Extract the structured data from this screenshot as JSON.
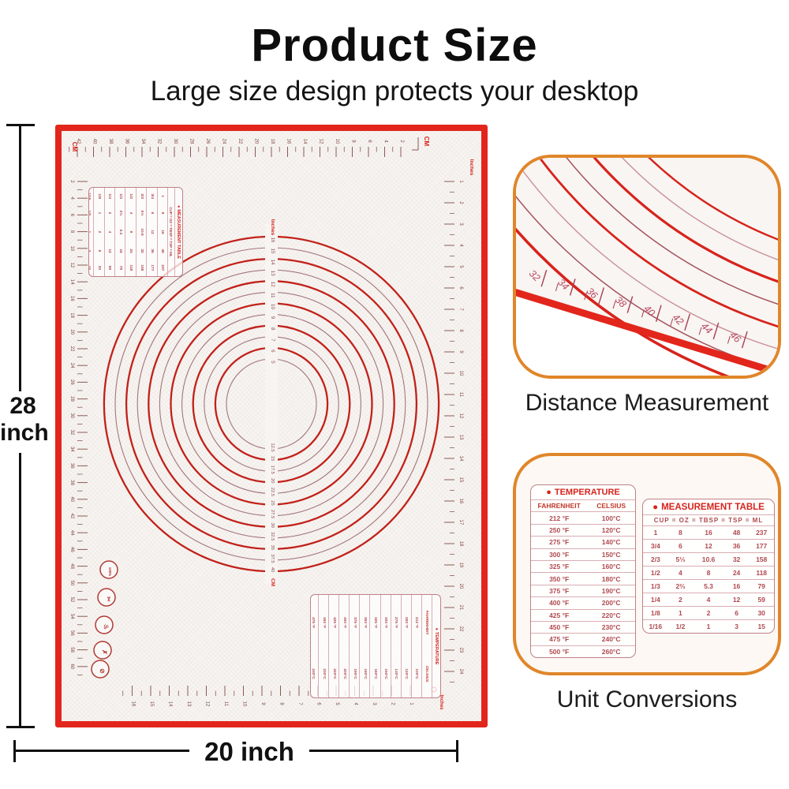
{
  "header": {
    "title": "Product Size",
    "subtitle": "Large size design protects your desktop"
  },
  "dimensions": {
    "height_value": "28",
    "height_unit": "inch",
    "width_label": "20 inch"
  },
  "details": {
    "distance": {
      "label": "Distance Measurement"
    },
    "conversions": {
      "label": "Unit Conversions"
    }
  },
  "mat": {
    "corner_cm_label": "CM",
    "corner_inches_label": "Inches",
    "rulers": {
      "top_cm": [
        2,
        4,
        6,
        8,
        10,
        12,
        14,
        16,
        18,
        20,
        22,
        24,
        26,
        28,
        30,
        32,
        34,
        36,
        38,
        40,
        42
      ],
      "left_cm": [
        2,
        4,
        6,
        8,
        10,
        12,
        14,
        16,
        18,
        20,
        22,
        24,
        26,
        28,
        30,
        32,
        34,
        36,
        38,
        40,
        42,
        44,
        46,
        48,
        50,
        52,
        54,
        56,
        58,
        60
      ],
      "right_inches": [
        1,
        2,
        3,
        4,
        5,
        6,
        7,
        8,
        9,
        10,
        11,
        12,
        13,
        14,
        15,
        16,
        17,
        18,
        19,
        20,
        21,
        22,
        23,
        24
      ],
      "bottom_inches": [
        1,
        2,
        3,
        4,
        5,
        6,
        7,
        8,
        9,
        10,
        11,
        12,
        13,
        14,
        15,
        16
      ]
    },
    "circles": {
      "inches_caption": "Inches",
      "cm_caption": "CM",
      "inch_labels": [
        16,
        15,
        14,
        13,
        12,
        11,
        10,
        9,
        8,
        7,
        6,
        5
      ],
      "cm_labels": [
        "12.5",
        "15",
        "17.5",
        "20",
        "22.5",
        "25",
        "27.5",
        "30",
        "32.5",
        "35",
        "37.5",
        "40"
      ]
    },
    "badges": [
      {
        "name": "badge-100-percent",
        "glyph": "100%"
      },
      {
        "name": "badge-whisk-icon",
        "glyph": "✂"
      },
      {
        "name": "badge-heat-safe-icon",
        "glyph": "♨"
      },
      {
        "name": "badge-mixer-icon",
        "glyph": "✗"
      },
      {
        "name": "badge-cutlery-icon",
        "glyph": "⊘"
      }
    ]
  },
  "temperature_table": {
    "bullet": "●",
    "title": "TEMPERATURE",
    "columns": [
      "FAHRENHEIT",
      "CELSIUS"
    ],
    "rows": [
      [
        "212 °F",
        "100°C"
      ],
      [
        "250 °F",
        "120°C"
      ],
      [
        "275 °F",
        "140°C"
      ],
      [
        "300 °F",
        "150°C"
      ],
      [
        "325 °F",
        "160°C"
      ],
      [
        "350 °F",
        "180°C"
      ],
      [
        "375 °F",
        "190°C"
      ],
      [
        "400 °F",
        "200°C"
      ],
      [
        "425 °F",
        "220°C"
      ],
      [
        "450 °F",
        "230°C"
      ],
      [
        "475 °F",
        "240°C"
      ],
      [
        "500 °F",
        "260°C"
      ]
    ]
  },
  "measurement_table": {
    "bullet": "●",
    "title": "MEASUREMENT TABLE",
    "columns": [
      "CUP",
      "OZ",
      "TBSP",
      "TSP",
      "ML"
    ],
    "separator": "=",
    "rows": [
      [
        "1",
        "8",
        "16",
        "48",
        "237"
      ],
      [
        "3/4",
        "6",
        "12",
        "36",
        "177"
      ],
      [
        "2/3",
        "5⅓",
        "10.6",
        "32",
        "158"
      ],
      [
        "1/2",
        "4",
        "8",
        "24",
        "118"
      ],
      [
        "1/3",
        "2⅔",
        "5.3",
        "16",
        "79"
      ],
      [
        "1/4",
        "2",
        "4",
        "12",
        "59"
      ],
      [
        "1/8",
        "1",
        "2",
        "6",
        "30"
      ],
      [
        "1/16",
        "1/2",
        "1",
        "3",
        "15"
      ]
    ]
  },
  "closeup": {
    "tick_numbers": [
      32,
      34,
      36,
      38,
      40,
      42,
      44,
      46
    ]
  },
  "colors": {
    "mat_red": "#e2261c",
    "ring_red": "#c1211a",
    "ring_muted": "#a4767c",
    "table_red": "#d7231c",
    "table_text": "#b0494f",
    "panel_orange": "#e0862a",
    "mat_bg": "#f7f4f1",
    "tick": "#8b5a54"
  }
}
